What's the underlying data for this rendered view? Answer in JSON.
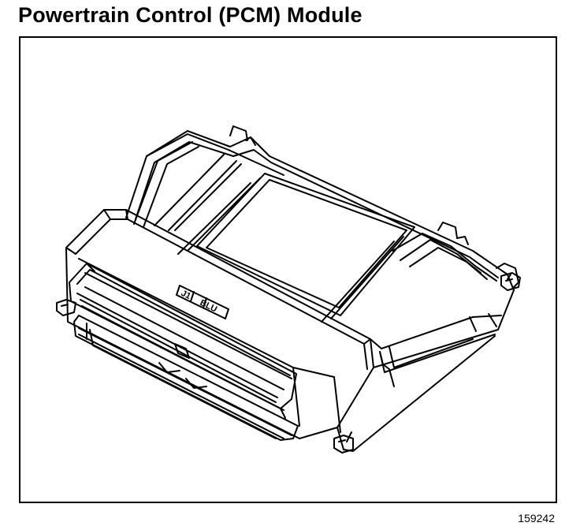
{
  "header": {
    "title": "Powertrain Control (PCM) Module"
  },
  "illustration": {
    "subject": "pcm-module",
    "connector_labels": [
      "J1",
      "BLU"
    ]
  },
  "footer": {
    "figure_id": "159242"
  },
  "colors": {
    "ink": "#000000",
    "paper": "#ffffff"
  }
}
